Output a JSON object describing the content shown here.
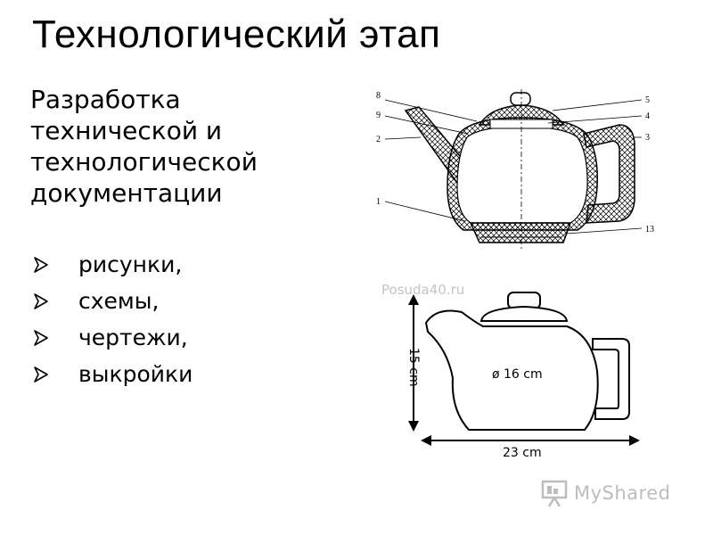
{
  "slide": {
    "title": "Технологический этап",
    "subtitle": [
      "Разработка",
      "технической и",
      "технологической",
      "документации"
    ],
    "bullets": [
      "рисунки,",
      "схемы,",
      "чертежи,",
      "выкройки"
    ]
  },
  "figure_top": {
    "callouts": {
      "c1": "1",
      "c2": "2",
      "c3": "3",
      "c4": "4",
      "c5": "5",
      "c8": "8",
      "c9": "9",
      "c13": "13"
    }
  },
  "figure_bottom": {
    "watermark": "Posuda40.ru",
    "height_label": "15 cm",
    "diameter_label": "ø 16 cm",
    "width_label": "23 cm"
  },
  "branding": {
    "logo_text": "MyShared"
  },
  "colors": {
    "text": "#000000",
    "watermark": "#c4c4c4",
    "logo": "#bdbdbd"
  }
}
